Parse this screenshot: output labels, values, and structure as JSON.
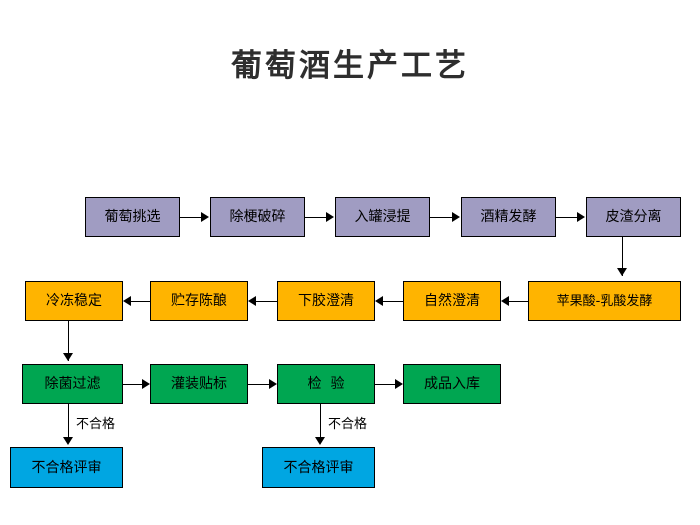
{
  "title": "葡萄酒生产工艺",
  "colors": {
    "purple": "#a09cc2",
    "orange": "#ffb400",
    "green": "#00a651",
    "blue": "#00a6e2",
    "border": "#000000",
    "background": "#ffffff",
    "title_text": "#2e2e2e"
  },
  "flow": {
    "row1": [
      {
        "label": "葡萄挑选",
        "color": "purple"
      },
      {
        "label": "除梗破碎",
        "color": "purple"
      },
      {
        "label": "入罐浸提",
        "color": "purple"
      },
      {
        "label": "酒精发酵",
        "color": "purple"
      },
      {
        "label": "皮渣分离",
        "color": "purple"
      }
    ],
    "row2": [
      {
        "label": "冷冻稳定",
        "color": "orange"
      },
      {
        "label": "贮存陈酿",
        "color": "orange"
      },
      {
        "label": "下胶澄清",
        "color": "orange"
      },
      {
        "label": "自然澄清",
        "color": "orange"
      },
      {
        "label": "苹果酸-乳酸发酵",
        "color": "orange"
      }
    ],
    "row3": [
      {
        "label": "除菌过滤",
        "color": "green"
      },
      {
        "label": "灌装贴标",
        "color": "green"
      },
      {
        "label": "检  验",
        "color": "green"
      },
      {
        "label": "成品入库",
        "color": "green"
      }
    ],
    "row4": [
      {
        "label": "不合格评审",
        "color": "blue"
      },
      {
        "label": "不合格评审",
        "color": "blue"
      }
    ],
    "edge_labels": [
      {
        "label": "不合格"
      },
      {
        "label": "不合格"
      }
    ]
  }
}
